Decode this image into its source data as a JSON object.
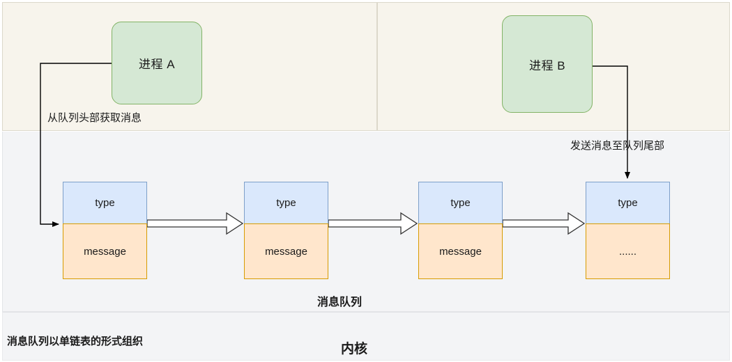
{
  "diagram": {
    "title_kernel": "内核",
    "title_queue": "消息队列",
    "note": "消息队列以单链表的形式组织"
  },
  "processes": [
    {
      "id": "process-a",
      "label": "进程 A"
    },
    {
      "id": "process-b",
      "label": "进程 B"
    }
  ],
  "annotations": {
    "fetch_from_head": "从队列头部获取消息",
    "send_to_tail": "发送消息至队列尾部"
  },
  "queue_nodes": [
    {
      "type_label": "type",
      "message_label": "message"
    },
    {
      "type_label": "type",
      "message_label": "message"
    },
    {
      "type_label": "type",
      "message_label": "message"
    },
    {
      "type_label": "type",
      "message_label": "......"
    }
  ],
  "colors": {
    "process_fill": "#d5e8d4",
    "process_stroke": "#82b366",
    "type_fill": "#dae8fc",
    "type_stroke": "#7d9fc9",
    "message_fill": "#ffe6cc",
    "message_stroke": "#d79b00",
    "user_panel_fill": "#f7f4ec",
    "kernel_panel_fill": "#f3f4f6",
    "line_stroke": "#000000"
  },
  "chart_data": {
    "type": "diagram",
    "description": "System V message queue: process A reads from queue head, process B appends to queue tail; kernel holds a singly-linked list of message nodes.",
    "node_count": 4,
    "link_direction": "left-to-right"
  }
}
